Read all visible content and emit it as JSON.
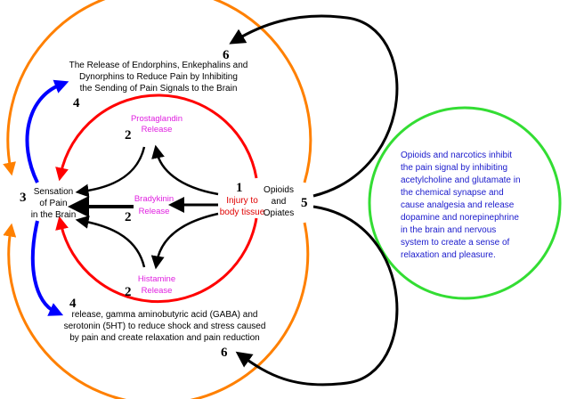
{
  "steps": {
    "s1": "1",
    "s2a": "2",
    "s2b": "2",
    "s2c": "2",
    "s3": "3",
    "s4a": "4",
    "s4b": "4",
    "s5": "5",
    "s6a": "6",
    "s6b": "6"
  },
  "injury": [
    "Injury to",
    "body tissue"
  ],
  "prostaglandin": [
    "Prostaglandin",
    "Release"
  ],
  "bradykinin": [
    "Bradykinin",
    "Release"
  ],
  "histamine": [
    "Histamine",
    "Release"
  ],
  "sensation": [
    "Sensation",
    "of Pain",
    "in the Brain"
  ],
  "opioids": [
    "Opioids",
    "and",
    "Opiates"
  ],
  "top_text": [
    "The Release of Endorphins, Enkephalins and",
    "Dynorphins to Reduce Pain by Inhibiting",
    "the Sending of Pain Signals  to the Brain"
  ],
  "bottom_text": [
    "release, gamma aminobutyric acid (GABA) and",
    "serotonin (5HT) to reduce shock and stress caused",
    "by pain and create relaxation and pain reduction"
  ],
  "green_text": [
    "Opioids and narcotics inhibit",
    "the pain signal by inhibiting",
    "acetylcholine and glutamate in",
    "the chemical synapse and",
    "cause analgesia and release",
    "dopamine and norepinephrine",
    "in the brain and nervous",
    "system to create a sense of",
    "relaxation and pleasure."
  ],
  "colors": {
    "orange": "#ff8000",
    "red": "#ff0000",
    "blue": "#0000ff",
    "green": "#33dd33",
    "magenta": "#e020e0",
    "navy": "#1a1acc"
  }
}
